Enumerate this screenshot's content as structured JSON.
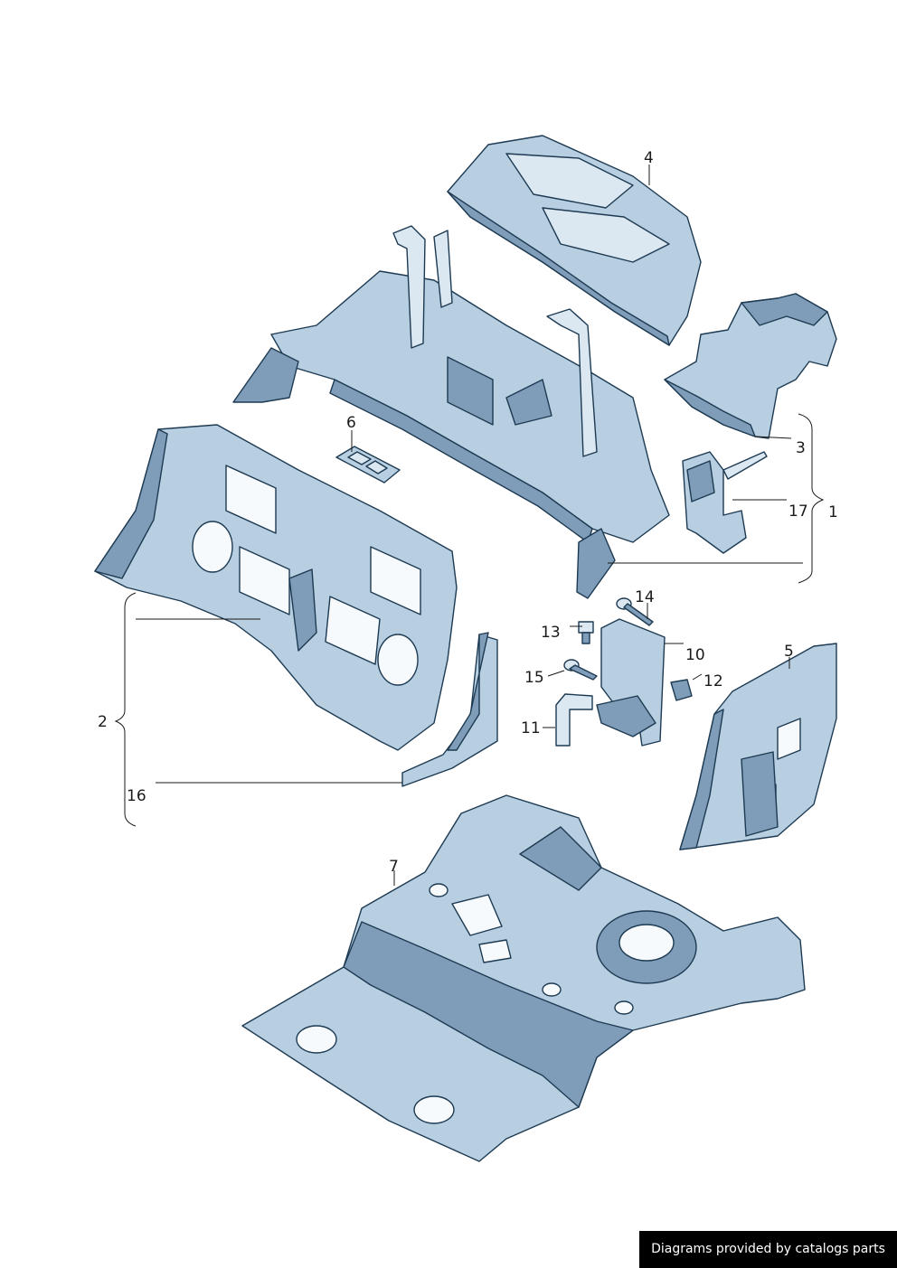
{
  "callouts": {
    "c1": "1",
    "c2": "2",
    "c3": "3",
    "c4": "4",
    "c5": "5",
    "c6": "6",
    "c7": "7",
    "c10": "10",
    "c11": "11",
    "c12": "12",
    "c13": "13",
    "c14": "14",
    "c15": "15",
    "c16": "16",
    "c17": "17"
  },
  "footer": {
    "text": "Diagrams provided by catalogs parts"
  },
  "colors": {
    "part_fill": "#b7cfe1",
    "part_shadow": "#7f9db8",
    "outline": "#1d3a52"
  }
}
